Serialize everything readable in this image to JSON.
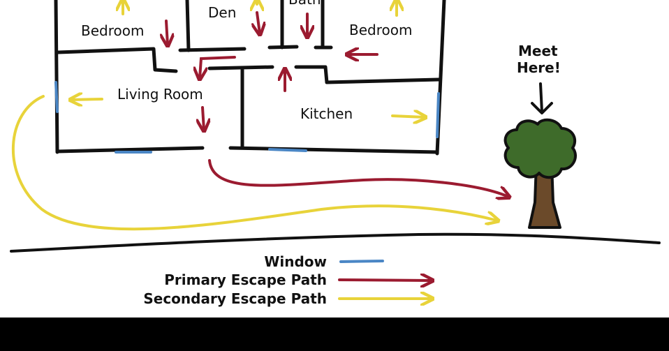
{
  "rooms": {
    "bedroom_left": "Bedroom",
    "den": "Den",
    "bath": "Bath",
    "bedroom_right": "Bedroom",
    "living_room": "Living Room",
    "kitchen": "Kitchen"
  },
  "meeting_point": {
    "line1": "Meet",
    "line2": "Here!"
  },
  "legend": {
    "window": "Window",
    "primary": "Primary Escape Path",
    "secondary": "Secondary Escape Path"
  },
  "colors": {
    "wall": "#111111",
    "window": "#4a86c5",
    "primary_path": "#9b1b30",
    "secondary_path": "#e8d33a",
    "tree_foliage": "#3e6b2a",
    "tree_trunk": "#6b4a2a"
  }
}
